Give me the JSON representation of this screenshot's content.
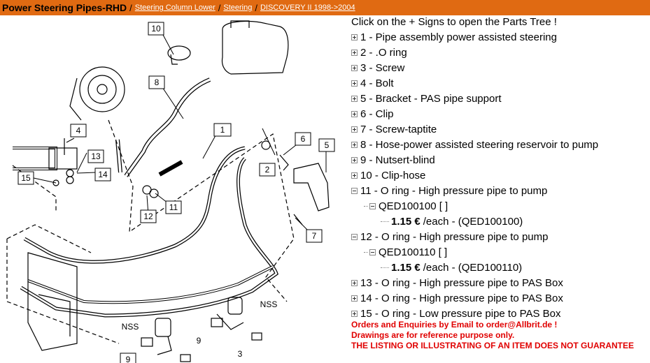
{
  "header": {
    "title": "Power Steering Pipes-RHD",
    "separator": "/",
    "breadcrumbs": [
      "Steering Column Lower",
      "Steering",
      "DISCOVERY II 1998->2004"
    ]
  },
  "diagram": {
    "callouts": [
      "1",
      "2",
      "3",
      "4",
      "5",
      "6",
      "7",
      "8",
      "9",
      "10",
      "11",
      "12",
      "13",
      "14",
      "15"
    ],
    "notes": [
      "NSS",
      "NSS"
    ],
    "bottom_labels": [
      "9",
      "3"
    ]
  },
  "tree": {
    "intro": "Click on the + Signs to open the Parts Tree !",
    "items": [
      {
        "label": "1 - Pipe assembly power assisted steering",
        "state": "plus"
      },
      {
        "label": "2 - .O ring",
        "state": "plus"
      },
      {
        "label": "3 - Screw",
        "state": "plus"
      },
      {
        "label": "4 - Bolt",
        "state": "plus"
      },
      {
        "label": "5 - Bracket - PAS pipe support",
        "state": "plus"
      },
      {
        "label": "6 - Clip",
        "state": "plus"
      },
      {
        "label": "7 - Screw-taptite",
        "state": "plus"
      },
      {
        "label": "8 - Hose-power assisted steering reservoir to pump",
        "state": "plus"
      },
      {
        "label": "9 - Nutsert-blind",
        "state": "plus"
      },
      {
        "label": "10 - Clip-hose",
        "state": "plus"
      },
      {
        "label": "11 - O ring - High pressure pipe to pump",
        "state": "minus",
        "part": "QED100100 [ ]",
        "price": "1.15 €",
        "price_suffix": "/each - (QED100100)"
      },
      {
        "label": "12 - O ring - High pressure pipe to pump",
        "state": "minus",
        "part": "QED100110 [ ]",
        "price": "1.15 €",
        "price_suffix": "/each - (QED100110)"
      },
      {
        "label": "13 - O ring - High pressure pipe to PAS Box",
        "state": "plus"
      },
      {
        "label": "14 - O ring - High pressure pipe to PAS Box",
        "state": "plus"
      },
      {
        "label": "15 - O ring - Low pressure pipe to PAS Box",
        "state": "plus"
      }
    ]
  },
  "notices": [
    "Orders and Enquiries by Email to order@Allbrit.de !",
    "Drawings are for reference purpose only.",
    "THE LISTING OR ILLUSTRATING OF AN ITEM DOES NOT GUARANTEE"
  ]
}
